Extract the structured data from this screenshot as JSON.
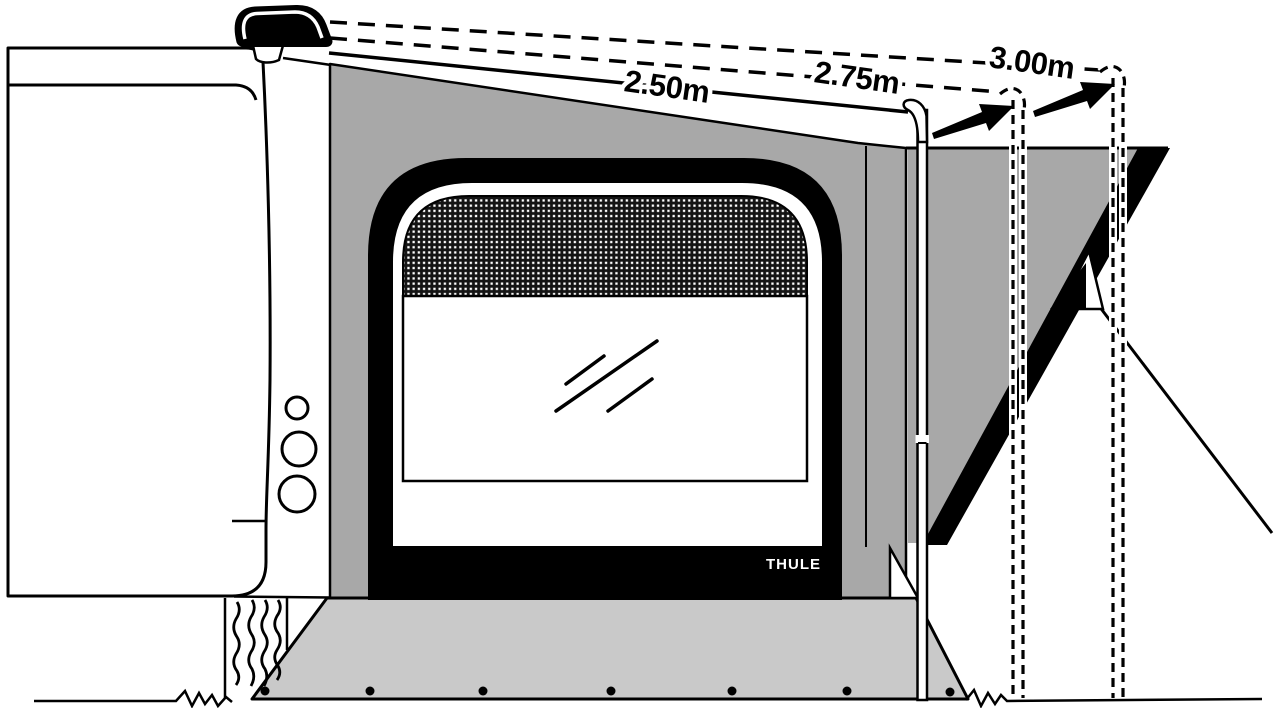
{
  "diagram": {
    "subject": "awning depth options side illustration",
    "brand": "THULE",
    "labels": {
      "depth_250": "2.50m",
      "depth_275": "2.75m",
      "depth_300": "3.00m"
    },
    "colors": {
      "line": "#000000",
      "panel_gray": "#a8a8a8",
      "skirt_gray": "#c9c9c9",
      "background": "#ffffff",
      "logo_text": "#ffffff"
    }
  }
}
